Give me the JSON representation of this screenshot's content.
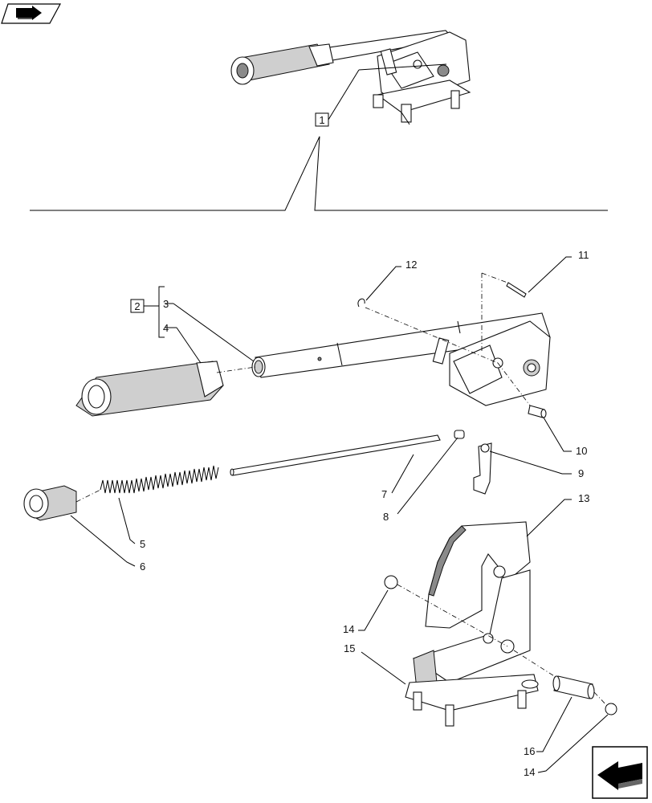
{
  "callouts": {
    "c1": "1",
    "c2": "2",
    "c3": "3",
    "c4": "4",
    "c5": "5",
    "c6": "6",
    "c7": "7",
    "c8": "8",
    "c9": "9",
    "c10": "10",
    "c11": "11",
    "c12": "12",
    "c13": "13",
    "c14a": "14",
    "c14b": "14",
    "c15": "15",
    "c16": "16"
  },
  "icons": {
    "top_left": "arrow-right-icon",
    "bottom_right": "arrow-left-icon"
  }
}
